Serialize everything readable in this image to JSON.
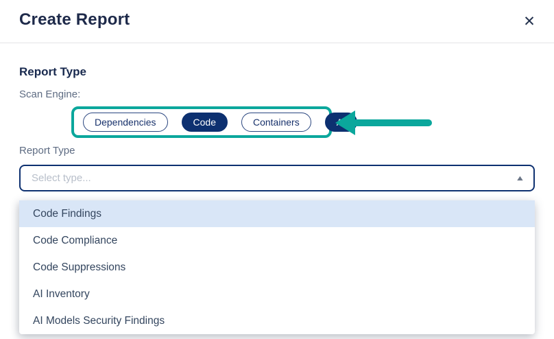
{
  "modal": {
    "title": "Create Report",
    "close_icon": "✕"
  },
  "report_type_section": {
    "heading": "Report Type",
    "scan_engine_label": "Scan Engine:",
    "engines": [
      {
        "label": "Dependencies",
        "selected": false
      },
      {
        "label": "Code",
        "selected": true
      },
      {
        "label": "Containers",
        "selected": false
      },
      {
        "label": "AI",
        "selected": true
      }
    ],
    "type_label": "Report Type",
    "select": {
      "placeholder": "Select type...",
      "state": "open",
      "caret_icon": "▲"
    },
    "options": [
      {
        "label": "Code Findings",
        "highlighted": true
      },
      {
        "label": "Code Compliance",
        "highlighted": false
      },
      {
        "label": "Code Suppressions",
        "highlighted": false
      },
      {
        "label": "AI Inventory",
        "highlighted": false
      },
      {
        "label": "AI Models Security Findings",
        "highlighted": false
      }
    ]
  },
  "annotations": {
    "highlight_color": "#0ba79c",
    "arrow_direction": "left"
  },
  "colors": {
    "navy": "#0d3070",
    "teal": "#0ba79c",
    "highlighted_row": "#d9e6f7",
    "title_text": "#1e2a4a",
    "label_text": "#5d6b82",
    "option_text": "#33455e",
    "placeholder_text": "#b8bfca"
  }
}
